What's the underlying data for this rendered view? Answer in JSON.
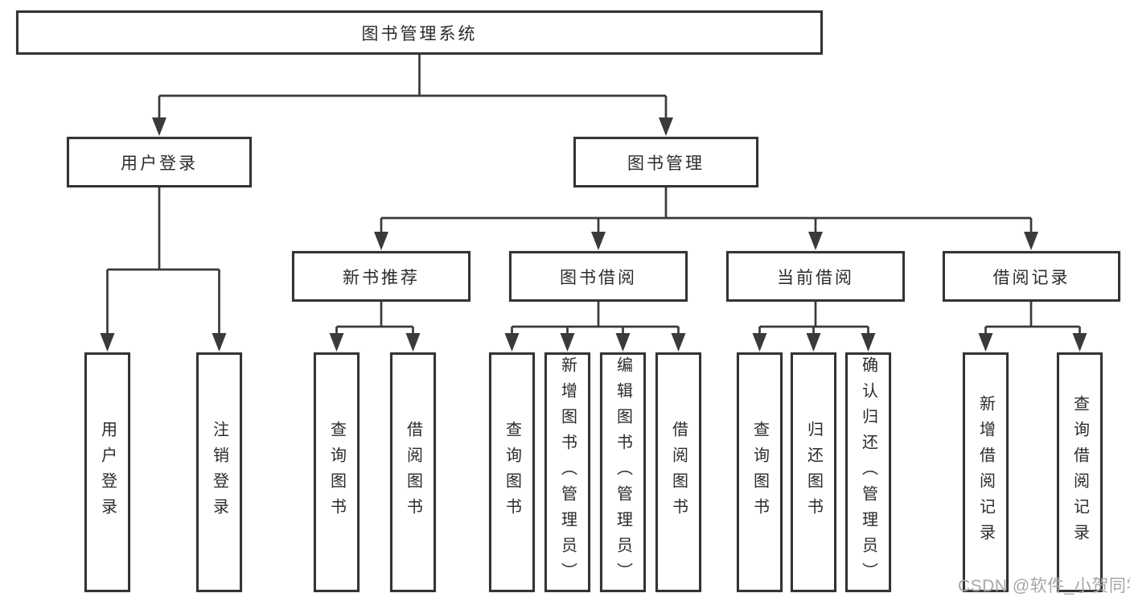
{
  "diagram": {
    "type": "functional-structure-chart",
    "tree": {
      "label": "图书管理系统",
      "children": [
        {
          "label": "用户登录",
          "children": [
            {
              "label": "用户登录"
            },
            {
              "label": "注销登录"
            }
          ]
        },
        {
          "label": "图书管理",
          "children": [
            {
              "label": "新书推荐",
              "children": [
                {
                  "label": "查询图书"
                },
                {
                  "label": "借阅图书"
                }
              ]
            },
            {
              "label": "图书借阅",
              "children": [
                {
                  "label": "查询图书"
                },
                {
                  "label": "新增图书（管理员）"
                },
                {
                  "label": "编辑图书（管理员）"
                },
                {
                  "label": "借阅图书"
                }
              ]
            },
            {
              "label": "当前借阅",
              "children": [
                {
                  "label": "查询图书"
                },
                {
                  "label": "归还图书"
                },
                {
                  "label": "确认归还（管理员）"
                }
              ]
            },
            {
              "label": "借阅记录",
              "children": [
                {
                  "label": "新增借阅记录"
                },
                {
                  "label": "查询借阅记录"
                }
              ]
            }
          ]
        }
      ]
    }
  },
  "watermark": "CSDN @软件_小贺同学",
  "colors": {
    "line": "#3a3a3a",
    "box_border": "#343434",
    "text": "#2b2b2b",
    "watermark": "#a6a6a6",
    "background": "#ffffff"
  }
}
